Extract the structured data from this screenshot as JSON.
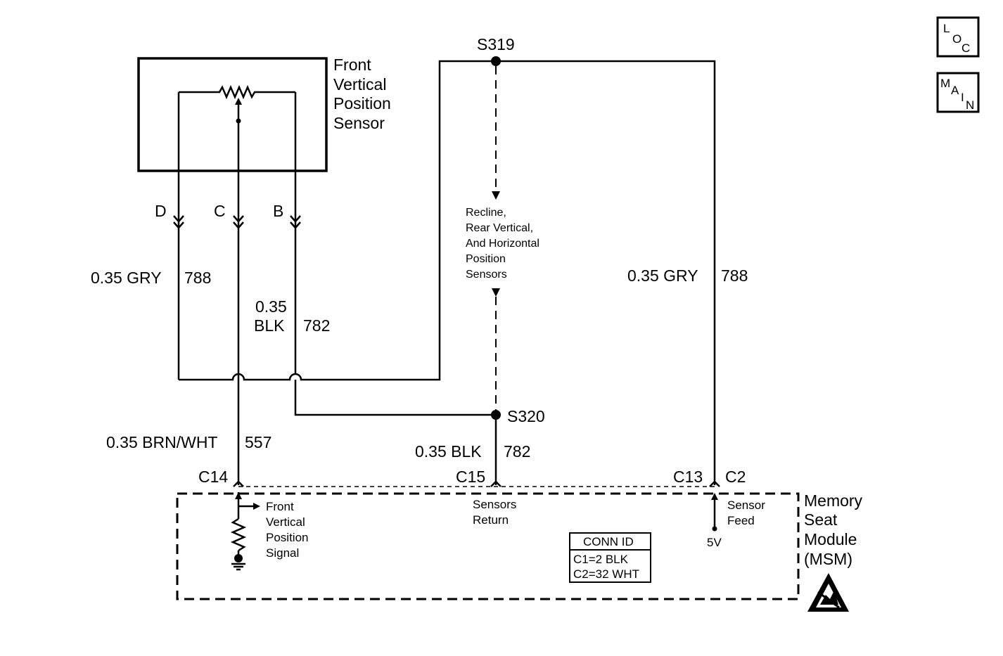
{
  "sensor": {
    "title_lines": [
      "Front",
      "Vertical",
      "Position",
      "Sensor"
    ],
    "pins": [
      "D",
      "C",
      "B"
    ]
  },
  "splices": {
    "top": "S319",
    "bottom": "S320"
  },
  "remote_sensors_lines": [
    "Recline,",
    "Rear Vertical,",
    "And Horizontal",
    "Position",
    "Sensors"
  ],
  "wires": {
    "left_gry_color": "0.35 GRY",
    "left_gry_circuit": "788",
    "blk_color_lines": [
      "0.35",
      "BLK"
    ],
    "blk_circuit": "782",
    "right_gry_color": "0.35 GRY",
    "right_gry_circuit": "788",
    "brn_color": "0.35 BRN/WHT",
    "brn_circuit": "557",
    "return_color": "0.35 BLK",
    "return_circuit": "782"
  },
  "connector_pins": {
    "c14": "C14",
    "c15": "C15",
    "c13": "C13",
    "c2": "C2"
  },
  "module": {
    "name_lines": [
      "Memory",
      "Seat",
      "Module",
      "(MSM)"
    ],
    "signal_lines": [
      "Front",
      "Vertical",
      "Position",
      "Signal"
    ],
    "return_lines": [
      "Sensors",
      "Return"
    ],
    "feed_lines": [
      "Sensor",
      "Feed"
    ],
    "voltage": "5V"
  },
  "conn_id": {
    "header": "CONN ID",
    "rows": [
      "C1=2 BLK",
      "C2=32 WHT"
    ]
  },
  "nav": {
    "loc": [
      "L",
      "O",
      "C"
    ],
    "main": [
      "M",
      "A",
      "I",
      "N"
    ]
  },
  "icons": [
    "esd-warning-icon",
    "ground-icon",
    "potentiometer-icon",
    "resistor-icon"
  ]
}
